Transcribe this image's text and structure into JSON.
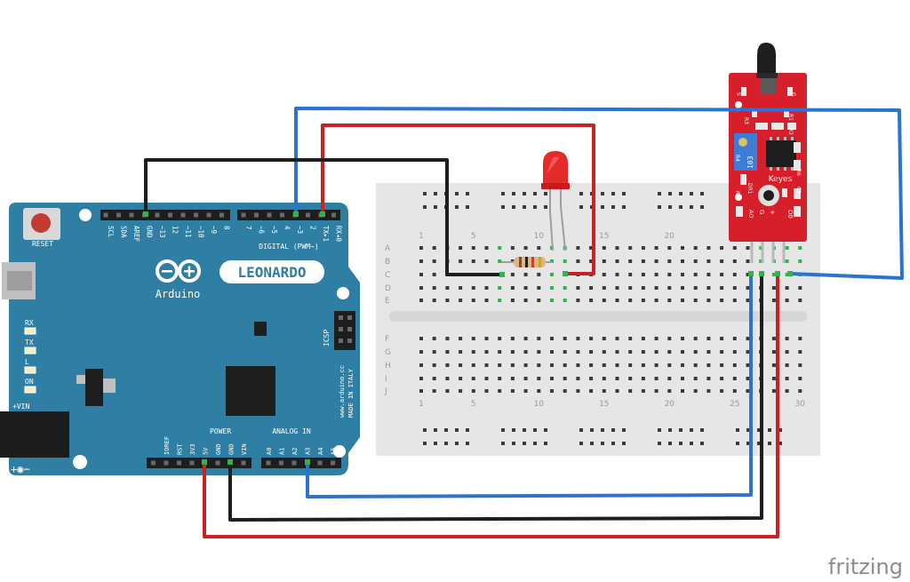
{
  "watermark": "fritzing",
  "arduino": {
    "model": "LEONARDO",
    "brand": "Arduino",
    "reset_label": "RESET",
    "icsp_label": "ICSP",
    "digital_label": "DIGITAL (PWM~)",
    "power_label": "POWER",
    "analog_label": "ANALOG IN",
    "website": "www.arduino.cc",
    "made_in": "MADE IN ITALY",
    "vin_label": "+VIN",
    "leds": [
      "RX",
      "TX",
      "L",
      "ON"
    ],
    "top_pins": [
      "SCL",
      "SDA",
      "AREF",
      "GND",
      "~13",
      "12",
      "~11",
      "~10",
      "~9",
      "8",
      "7",
      "~6",
      "~5",
      "4",
      "~3",
      "2",
      "TX▸1",
      "RX◂0"
    ],
    "power_pins": [
      "IOREF",
      "RST",
      "3V3",
      "5V",
      "GND",
      "GND",
      "VIN"
    ],
    "analog_pins": [
      "A0",
      "A1",
      "A2",
      "A3",
      "A4",
      "A5"
    ]
  },
  "breadboard": {
    "rows_top": [
      "A",
      "B",
      "C",
      "D",
      "E"
    ],
    "rows_bottom": [
      "F",
      "G",
      "H",
      "I",
      "J"
    ],
    "col_numbers": [
      "1",
      "5",
      "10",
      "15",
      "20",
      "25",
      "30"
    ]
  },
  "sensor": {
    "brand": "Keyes",
    "pot_label": "103",
    "pin_labels": [
      "A0",
      "G",
      "+",
      "D0"
    ],
    "smd_labels": [
      "S",
      "G",
      "R1",
      "R2",
      "R3",
      "R4",
      "R5",
      "R6",
      "C1",
      "DR1"
    ]
  },
  "colors": {
    "board": "#2e7fa3",
    "wire_red": "#cc1f1f",
    "wire_black": "#1e1e1e",
    "wire_blue": "#2a73d0",
    "sensor_board": "#d61f2a",
    "led": "#e52a2a",
    "breadboard": "#e6e6e6"
  }
}
